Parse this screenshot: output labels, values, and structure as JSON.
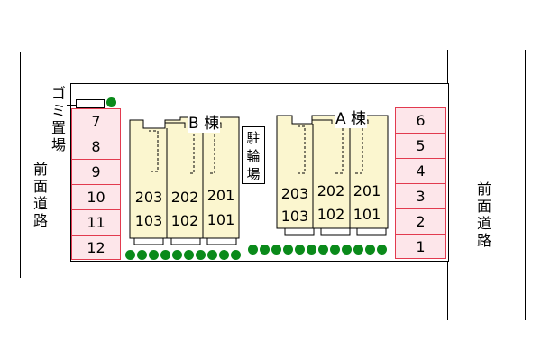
{
  "roads": {
    "left_label": "前面道路",
    "right_label": "前面道路"
  },
  "facilities": {
    "garbage_label": "ゴミ置場",
    "bicycle_label": "駐輪場"
  },
  "parking_left": [
    "7",
    "8",
    "9",
    "10",
    "11",
    "12"
  ],
  "parking_right": [
    "6",
    "5",
    "4",
    "3",
    "2",
    "1"
  ],
  "building_b": {
    "label": "B 棟",
    "upper_units": [
      "203",
      "202",
      "201"
    ],
    "lower_units": [
      "103",
      "102",
      "101"
    ]
  },
  "building_a": {
    "label": "A 棟",
    "upper_units": [
      "203",
      "202",
      "201"
    ],
    "lower_units": [
      "103",
      "102",
      "101"
    ]
  },
  "colors": {
    "parking_fill": "#fde6ea",
    "parking_border": "#e23a4f",
    "building_fill": "#fbf6cf",
    "tree": "#0a8a1a"
  }
}
